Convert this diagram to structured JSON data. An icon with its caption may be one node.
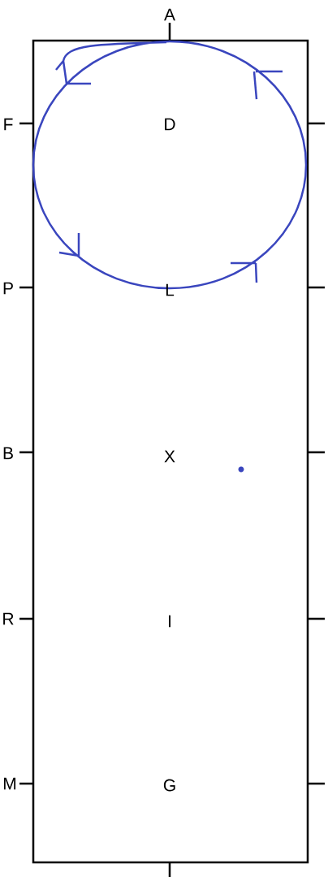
{
  "diagram": {
    "labels": [
      "A",
      "F",
      "D",
      "P",
      "L",
      "B",
      "X",
      "R",
      "I",
      "M",
      "G"
    ]
  }
}
